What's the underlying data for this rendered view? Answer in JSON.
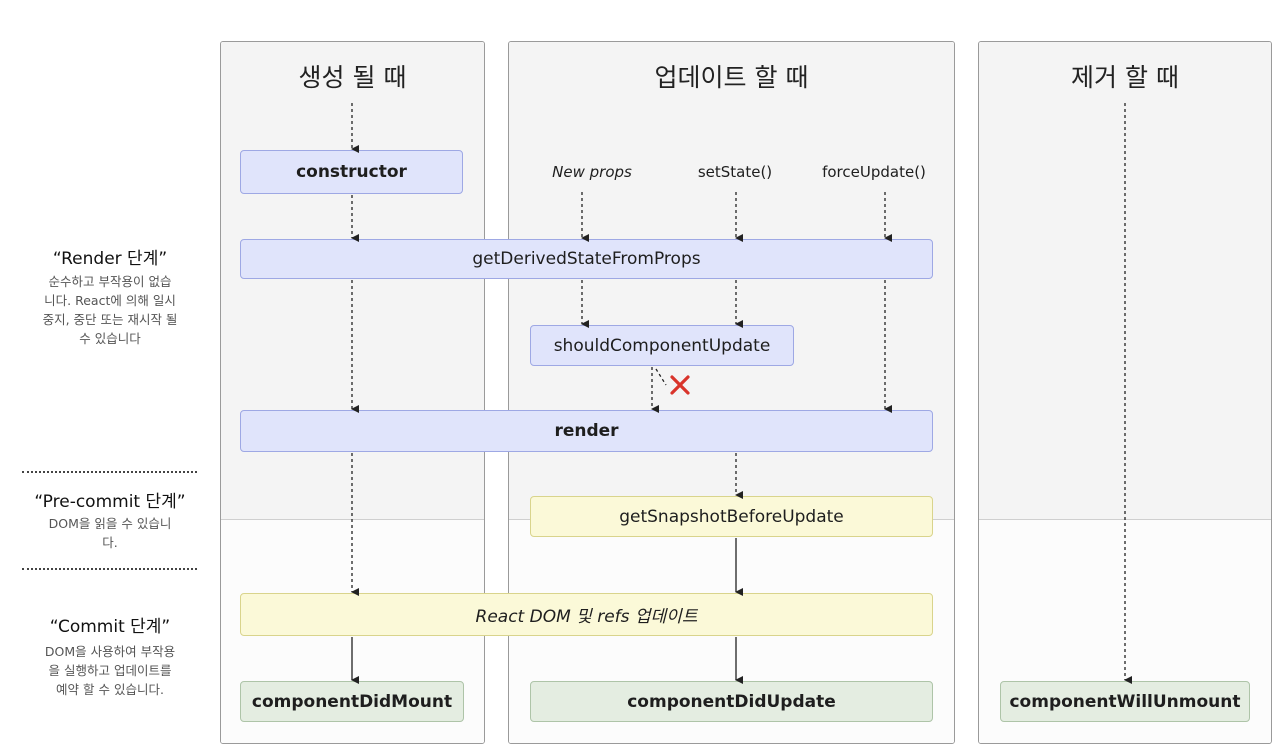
{
  "columns": {
    "mount": {
      "title": "생성 될 때"
    },
    "update": {
      "title": "업데이트 할 때"
    },
    "unmount": {
      "title": "제거 할 때"
    }
  },
  "phases": {
    "render": {
      "title": "“Render 단계”",
      "desc": [
        "순수하고 부작용이 없습",
        "니다. React에 의해 일시",
        "중지, 중단 또는 재시작 될",
        "수 있습니다"
      ]
    },
    "precommit": {
      "title": "“Pre-commit 단계”",
      "desc": [
        "DOM을 읽을 수 있습니",
        "다."
      ]
    },
    "commit": {
      "title": "“Commit 단계”",
      "desc": [
        "DOM을 사용하여 부작용",
        "을 실행하고 업데이트를",
        "예약 할 수 있습니다."
      ]
    }
  },
  "triggers": {
    "new_props": "New props",
    "set_state": "setState()",
    "force_update": "forceUpdate()"
  },
  "methods": {
    "constructor": "constructor",
    "get_derived_state": "getDerivedStateFromProps",
    "should_component_update": "shouldComponentUpdate",
    "render": "render",
    "get_snapshot": "getSnapshotBeforeUpdate",
    "react_dom_update": "React DOM 및 refs 업데이트",
    "component_did_mount": "componentDidMount",
    "component_did_update": "componentDidUpdate",
    "component_will_unmount": "componentWillUnmount"
  },
  "colors": {
    "render_box": "#e0e4fb",
    "precommit_box": "#fbf9d8",
    "commit_box": "#e4ede1",
    "cancel_x": "#d9342b"
  },
  "icons": {
    "cancel": "cancel-x-icon"
  }
}
